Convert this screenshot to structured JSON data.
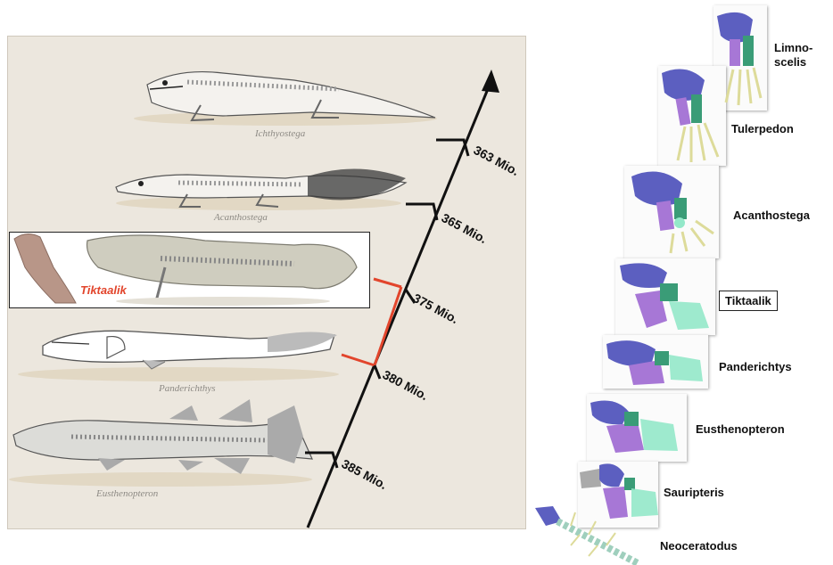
{
  "colors": {
    "axis": "#111111",
    "highlight_red": "#e2452c",
    "panel_bg": "#ece7de",
    "bone_purple_dark": "#5c5fc0",
    "bone_purple_light": "#a777d6",
    "bone_green": "#3a9c77",
    "bone_mint": "#93e8c9",
    "bone_yellow": "#dddb9a"
  },
  "species_left": [
    {
      "caption": "Ichthyostega"
    },
    {
      "caption": "Acanthostega"
    },
    {
      "caption": "Tiktaalik"
    },
    {
      "caption": "Panderichthys"
    },
    {
      "caption": "Eusthenopteron"
    }
  ],
  "timeline": {
    "ticks": [
      "363 Mio.",
      "365 Mio.",
      "375 Mio.",
      "380 Mio.",
      "385 Mio."
    ]
  },
  "limb_series": [
    {
      "label_lines": [
        "Limno-",
        "scelis"
      ]
    },
    {
      "label": "Tulerpedon"
    },
    {
      "label": "Acanthostega"
    },
    {
      "label": "Tiktaalik"
    },
    {
      "label": "Panderichtys"
    },
    {
      "label": "Eusthenopteron"
    },
    {
      "label": "Sauripteris"
    },
    {
      "label": "Neoceratodus"
    }
  ]
}
